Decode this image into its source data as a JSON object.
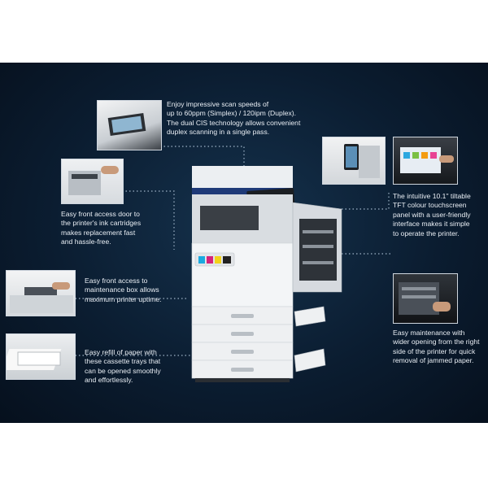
{
  "captions": {
    "scan_speed": "Enjoy impressive scan speeds of\nup to 60ppm (Simplex) / 120ipm (Duplex).\nThe dual CIS technology allows convenient\nduplex scanning in a single pass.",
    "touchscreen": "The intuitive 10.1\" tiltable\nTFT colour touchscreen\npanel with a user-friendly\ninterface makes it simple\nto operate the printer.",
    "ink_door": "Easy front access door to\nthe printer's ink cartridges\nmakes replacement fast\nand hassle-free.",
    "maintenance_box": "Easy front access to\nmaintenance box allows\nmaximum printer uptime.",
    "paper_refill": "Easy refill of paper with\nthese cassette trays that\ncan be opened smoothly\nand effortlessly.",
    "maintenance_side": "Easy maintenance with\nwider opening from the right\nside of the printer for quick\nremoval of jammed paper."
  },
  "colors": {
    "background": "#0b1d31",
    "caption_text": "#e9eef4",
    "dotted_line": "#9fb4c8",
    "ink_cyan": "#1aa9e0",
    "ink_magenta": "#d4237a",
    "ink_yellow": "#f2d21a",
    "ink_black": "#222222"
  }
}
